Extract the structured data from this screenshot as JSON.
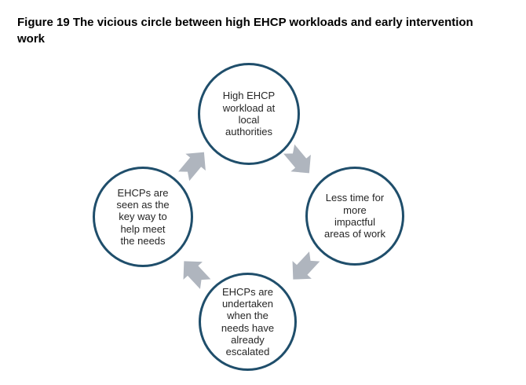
{
  "figure": {
    "title": "Figure 19 The vicious circle between high EHCP workloads and early intervention\nwork"
  },
  "diagram": {
    "type": "cycle-diagram",
    "direction": "clockwise",
    "circles": {
      "top": {
        "text": "High EHCP\nworkload at\nlocal\nauthorities"
      },
      "right": {
        "text": "Less time for\nmore\nimpactful\nareas of work"
      },
      "bottom": {
        "text": "EHCPs are\nundertaken\nwhen the\nneeds have\nalready\nescalated"
      },
      "left": {
        "text": "EHCPs are\nseen as the\nkey way to\nhelp meet\nthe needs"
      }
    },
    "arrows": [
      {
        "from": "top",
        "to": "right"
      },
      {
        "from": "right",
        "to": "bottom"
      },
      {
        "from": "bottom",
        "to": "left"
      },
      {
        "from": "left",
        "to": "top"
      }
    ]
  },
  "colors": {
    "title_text": "#000000",
    "circle_border": "#1f4e6b",
    "circle_fill": "#ffffff",
    "circle_text": "#262626",
    "arrow_fill": "#afb5be"
  }
}
